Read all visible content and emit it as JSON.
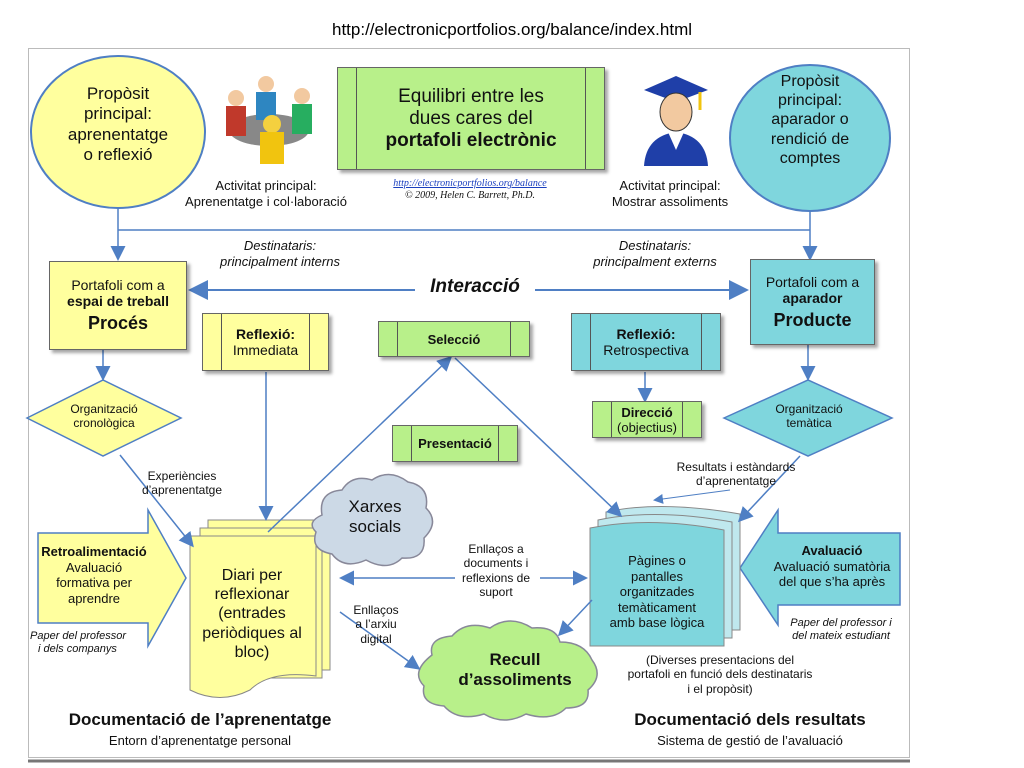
{
  "header_url": "http://electronicportfolios.org/balance/index.html",
  "title_box": {
    "line1": "Equilibri entre les",
    "line2": "dues cares del",
    "line3": "portafoli electrònic"
  },
  "credit": {
    "link": "http://electronicportfolios.org/balance",
    "copyright": "© 2009, Helen C. Barrett, Ph.D."
  },
  "left_circle": {
    "line1": "Propòsit",
    "line2": "principal:",
    "line3": "aprenentatge",
    "line4": "o reflexió"
  },
  "right_circle": {
    "line1": "Propòsit",
    "line2": "principal:",
    "line3": "aparador o",
    "line4": "rendició de",
    "line5": "comptes"
  },
  "left_activity": {
    "line1": "Activitat principal:",
    "line2": "Aprenentatge i col·laboració"
  },
  "right_activity": {
    "line1": "Activitat principal:",
    "line2": "Mostrar assoliments"
  },
  "left_audience": {
    "line1": "Destinataris:",
    "line2": "principalment interns"
  },
  "right_audience": {
    "line1": "Destinataris:",
    "line2": "principalment externs"
  },
  "interaction": "Interacció",
  "workspace_box": {
    "line1": "Portafoli com a",
    "line2": "espai de treball",
    "line3": "Procés"
  },
  "showcase_box": {
    "line1": "Portafoli com a",
    "line2": "aparador",
    "line3": "Producte"
  },
  "reflection_immediate": {
    "line1": "Reflexió:",
    "line2": "Immediata"
  },
  "reflection_retro": {
    "line1": "Reflexió:",
    "line2": "Retrospectiva"
  },
  "selection": "Selecció",
  "presentation": "Presentació",
  "direction": {
    "line1": "Direcció",
    "line2": "(objectius)"
  },
  "org_chrono": {
    "line1": "Organització",
    "line2": "cronològica"
  },
  "org_thematic": {
    "line1": "Organització",
    "line2": "temàtica"
  },
  "experiences": {
    "line1": "Experiències",
    "line2": "d’aprenentatge"
  },
  "results_standards": {
    "line1": "Resultats i estàndards",
    "line2": "d’aprenentatge"
  },
  "social_networks": {
    "line1": "Xarxes",
    "line2": "socials"
  },
  "feedback": {
    "line1": "Retroalimentació",
    "line2": "Avaluació",
    "line3": "formativa per",
    "line4": "aprendre"
  },
  "feedback_paper": {
    "line1": "Paper del professor",
    "line2": "i dels companys"
  },
  "evaluation": {
    "line1": "Avaluació",
    "line2": "Avaluació sumatòria",
    "line3": "del que s’ha après"
  },
  "evaluation_paper": {
    "line1": "Paper del professor   i",
    "line2": "del mateix estudiant"
  },
  "diary": {
    "line1": "Diari per",
    "line2": "reflexionar",
    "line3": "(entrades",
    "line4": "periòdiques al",
    "line5": "bloc)"
  },
  "links_docs": {
    "line1": "Enllaços a",
    "line2": "documents i",
    "line3": "reflexions  de",
    "line4": "suport"
  },
  "links_archive": {
    "line1": "Enllaços",
    "line2": "a l’arxiu",
    "line3": "digital"
  },
  "pages": {
    "line1": "Pàgines o",
    "line2": "pantalles",
    "line3": "organitzades",
    "line4": "temàticament",
    "line5": "amb base lògica"
  },
  "achievements": {
    "line1": "Recull",
    "line2": "d’assoliments"
  },
  "presentations_note": {
    "line1": "(Diverses presentacions del",
    "line2": "portafoli en funció dels destinataris",
    "line3": "i el propòsit)"
  },
  "doc_learning": {
    "title": "Documentació de l’aprenentatge",
    "subtitle": "Entorn d’aprenentatge personal"
  },
  "doc_results": {
    "title": "Documentació dels resultats",
    "subtitle": "Sistema de gestió de l’avaluació"
  },
  "colors": {
    "yellow": "#ffff9e",
    "green": "#b8f08a",
    "teal": "#7fd6dd",
    "arrow": "#4f7fc4"
  },
  "icons": [
    "people-group-icon",
    "graduate-icon"
  ]
}
